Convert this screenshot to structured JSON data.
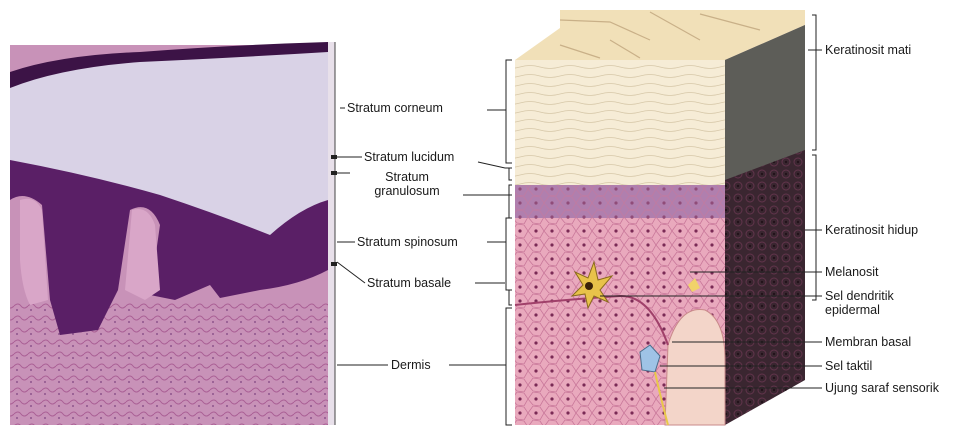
{
  "middle_labels": {
    "corneum": "Stratum corneum",
    "lucidum": "Stratum lucidum",
    "granulosum_1": "Stratum",
    "granulosum_2": "granulosum",
    "spinosum": "Stratum spinosum",
    "basale": "Stratum basale",
    "dermis": "Dermis"
  },
  "right_labels": {
    "keratinosit_mati": "Keratinosit mati",
    "keratinosit_hidup": "Keratinosit hidup",
    "melanosit": "Melanosit",
    "sel_dendritik_1": "Sel dendritik",
    "sel_dendritik_2": "epidermal",
    "membran_basal": "Membran basal",
    "sel_taktil": "Sel taktil",
    "ujung_saraf": "Ujung saraf sensorik"
  },
  "colors": {
    "histo_purple": "#5a1f66",
    "histo_pink": "#c892b8",
    "corneum_lilac": "#d9d2e6",
    "cube_top": "#f1e0b8",
    "cube_corneum": "#f6ecd6",
    "cube_side": "#3a2630",
    "cube_pink": "#e9a9bd"
  }
}
